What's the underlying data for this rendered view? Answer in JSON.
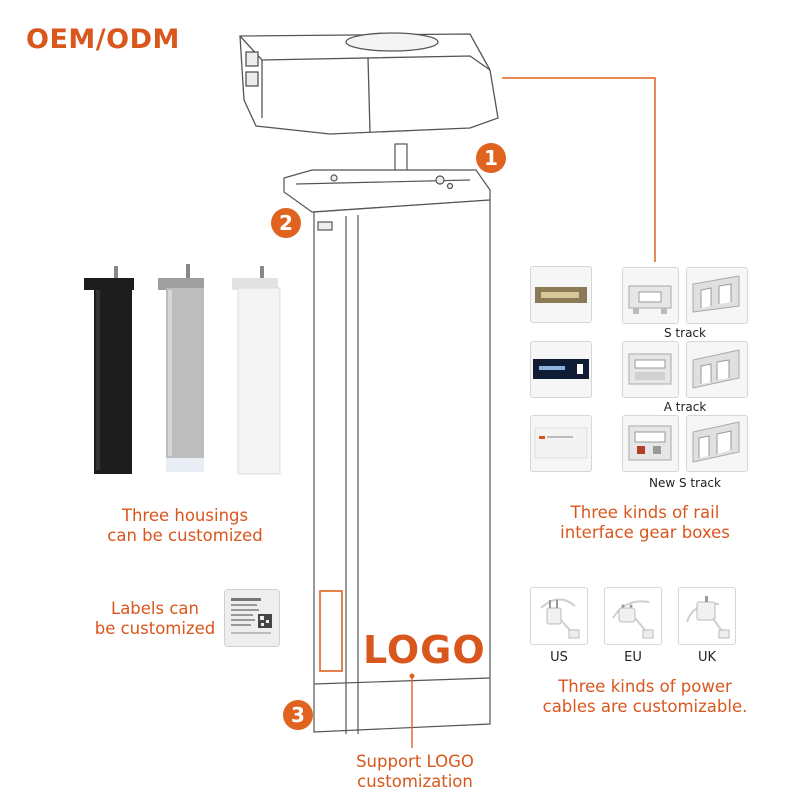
{
  "title": "OEM/ODM",
  "callouts": [
    "1",
    "2",
    "3"
  ],
  "housings": {
    "caption_line1": "Three housings",
    "caption_line2": "can be customized",
    "colors": [
      "#1d1d1d",
      "#b9b9b9",
      "#f4f4f4"
    ]
  },
  "labels": {
    "caption_line1": "Labels can",
    "caption_line2": "be customized"
  },
  "logo": {
    "text": "LOGO",
    "caption_line1": "Support LOGO",
    "caption_line2": "customization"
  },
  "gearboxes": {
    "tracks": [
      "S track",
      "A track",
      "New S track"
    ],
    "caption_line1": "Three kinds of rail",
    "caption_line2": "interface gear boxes"
  },
  "power": {
    "plugs": [
      "US",
      "EU",
      "UK"
    ],
    "caption_line1": "Three kinds of power",
    "caption_line2": "cables are customizable."
  },
  "colors": {
    "accent": "#d9561c",
    "callout": "#e0641f"
  }
}
